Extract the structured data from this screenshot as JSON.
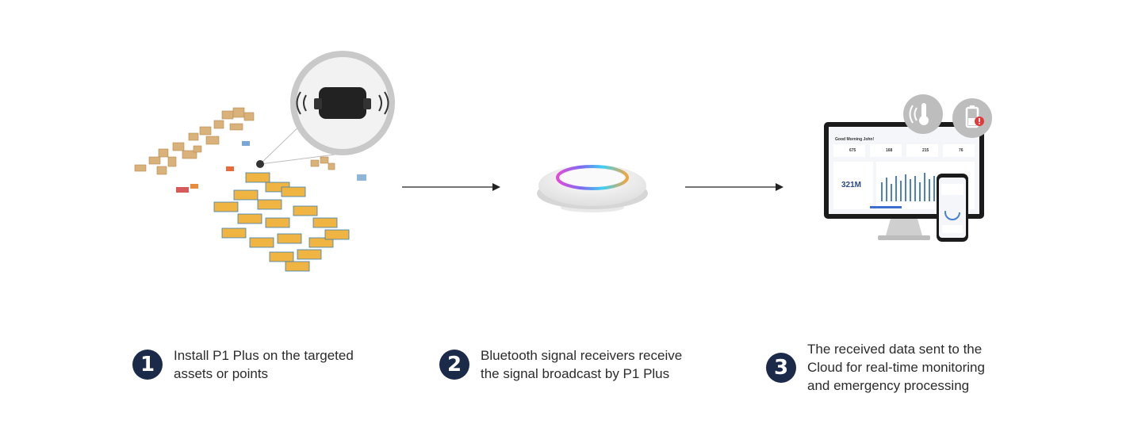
{
  "dashboard": {
    "greeting": "Good Morning John!",
    "stats": [
      "675",
      "168",
      "215",
      "76"
    ],
    "big_value": "321M"
  },
  "steps": [
    {
      "number": "1",
      "lines": [
        "Install P1 Plus on the targeted",
        "assets or points"
      ]
    },
    {
      "number": "2",
      "lines": [
        "Bluetooth signal receivers receive",
        "the signal broadcast by P1 Plus"
      ]
    },
    {
      "number": "3",
      "lines": [
        "The received data sent to the",
        "Cloud for real-time monitoring",
        "and emergency processing"
      ]
    }
  ]
}
